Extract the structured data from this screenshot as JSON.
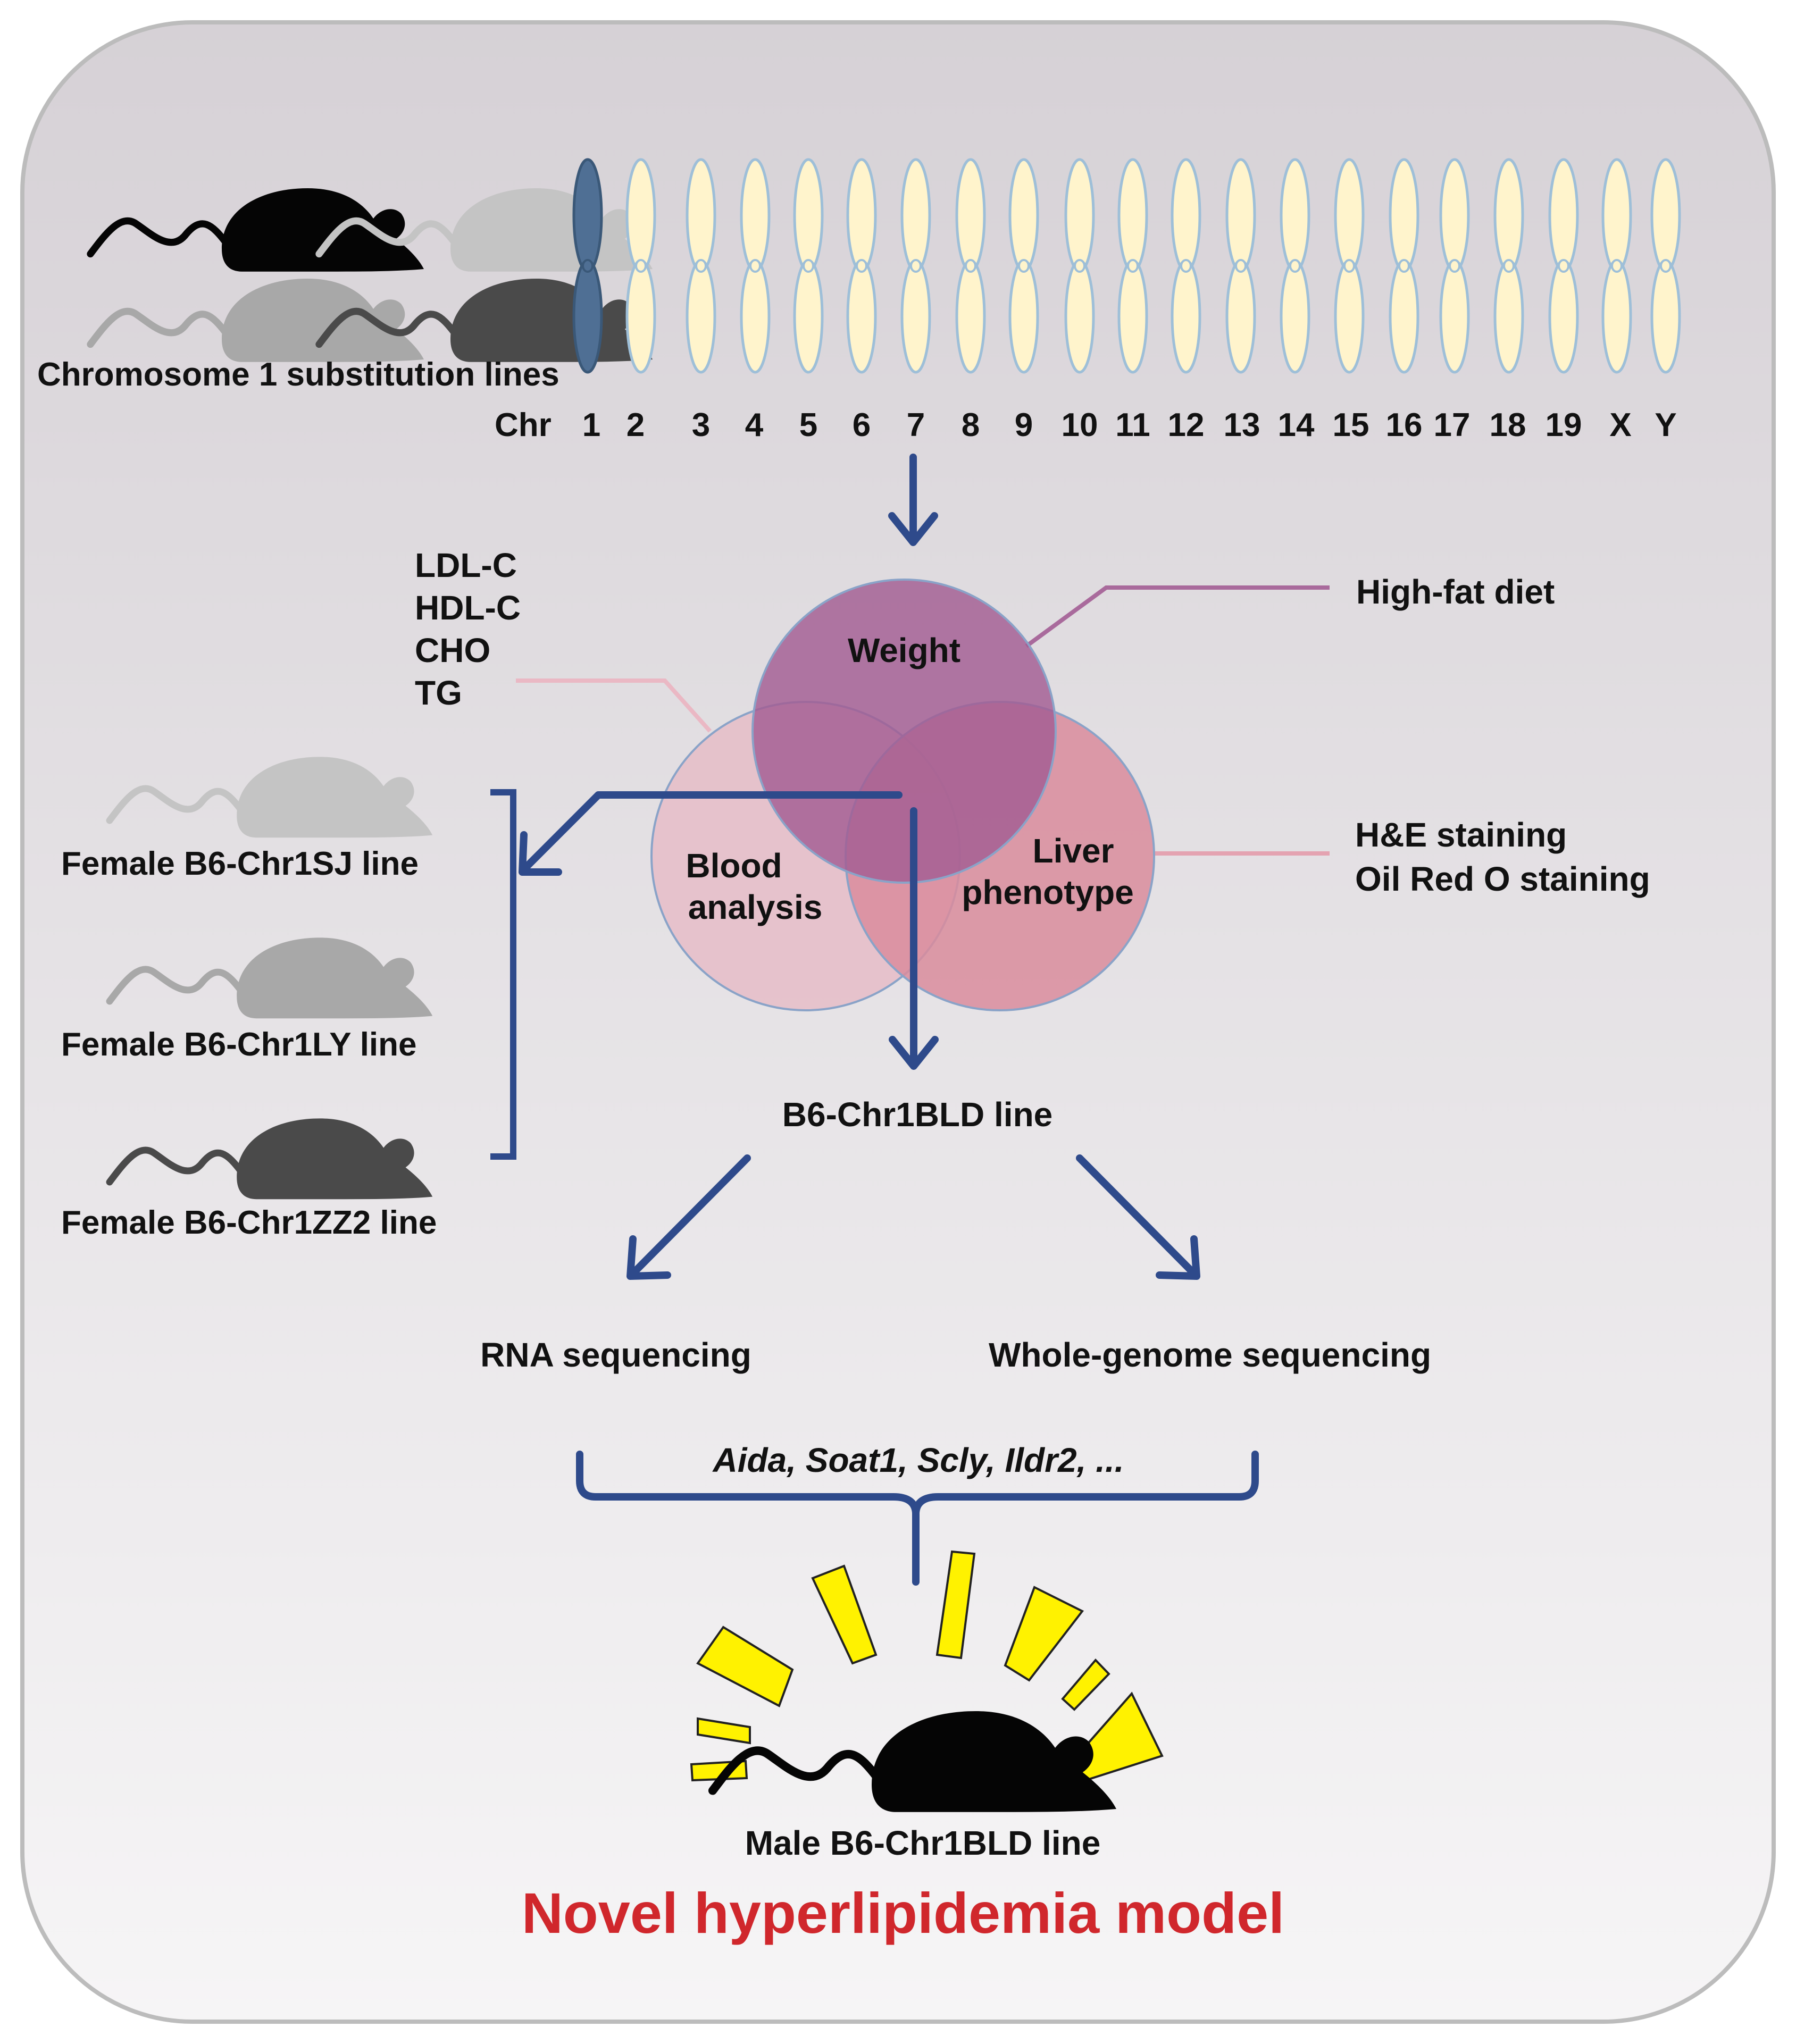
{
  "chromosomes": {
    "label_prefix": "Chr",
    "numbers": [
      "1",
      "2",
      "3",
      "4",
      "5",
      "6",
      "7",
      "8",
      "9",
      "10",
      "11",
      "12",
      "13",
      "14",
      "15",
      "16",
      "17",
      "18",
      "19",
      "X",
      "Y"
    ],
    "substituted_color": "#4f6f94",
    "normal_color": "#fff4cc"
  },
  "substitution_lines_label": "Chromosome 1 substitution lines",
  "blood_params": {
    "items": [
      "LDL-C",
      "HDL-C",
      "CHO",
      "TG"
    ]
  },
  "venn": {
    "weight": "Weight",
    "blood_line1": "Blood",
    "blood_line2": "analysis",
    "liver_line1": "Liver",
    "liver_line2": "phenotype",
    "weight_color": "#a25d93",
    "blood_color": "#e5bfc9",
    "liver_color": "#d98c9c"
  },
  "high_fat_diet": "High-fat diet",
  "liver_methods": {
    "line1": "H&E staining",
    "line2": "Oil Red O staining"
  },
  "female_lines": [
    {
      "label": "Female B6-Chr1SJ line",
      "color": "#c4c4c4"
    },
    {
      "label": "Female B6-Chr1LY line",
      "color": "#a8a8a8"
    },
    {
      "label": "Female B6-Chr1ZZ2 line",
      "color": "#4a4a4a"
    }
  ],
  "b6_line": "B6-Chr1BLD line",
  "rna_seq": "RNA sequencing",
  "wgs": "Whole-genome sequencing",
  "genes": "Aida, Soat1, Scly, Ildr2, ...",
  "male_line": "Male B6-Chr1BLD line",
  "model_title": "Novel hyperlipidemia model",
  "colors": {
    "arrow": "#2e4a8b",
    "title_red": "#d0272c",
    "panel_fill": "#e3e0e4",
    "panel_stroke": "#bcbcbc",
    "rays": "#fff200"
  }
}
